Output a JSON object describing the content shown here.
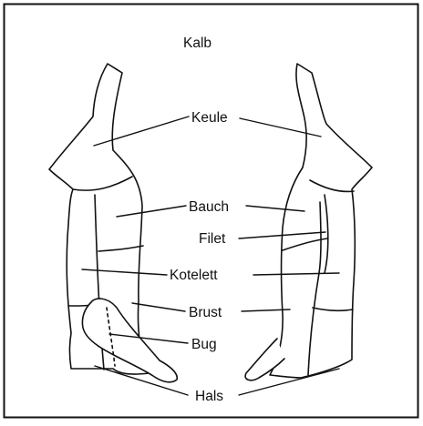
{
  "title": "Kalb",
  "cuts": {
    "keule": "Keule",
    "bauch": "Bauch",
    "filet": "Filet",
    "kotelett": "Kotelett",
    "brust": "Brust",
    "bug": "Bug",
    "hals": "Hals"
  },
  "colors": {
    "line": "#111111",
    "background": "#ffffff"
  }
}
